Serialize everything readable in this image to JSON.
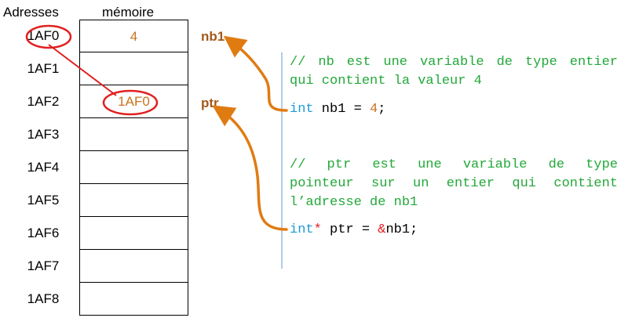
{
  "headers": {
    "addresses": "Adresses",
    "memory": "mémoire"
  },
  "memory": [
    {
      "address": "1AF0",
      "value": "4"
    },
    {
      "address": "1AF1",
      "value": ""
    },
    {
      "address": "1AF2",
      "value": "1AF0"
    },
    {
      "address": "1AF3",
      "value": ""
    },
    {
      "address": "1AF4",
      "value": ""
    },
    {
      "address": "1AF5",
      "value": ""
    },
    {
      "address": "1AF6",
      "value": ""
    },
    {
      "address": "1AF7",
      "value": ""
    },
    {
      "address": "1AF8",
      "value": ""
    }
  ],
  "variables": {
    "nb1": "nb1",
    "ptr": "ptr"
  },
  "code": {
    "comment1": [
      "// nb est une variable de type entier",
      "qui contient la valeur 4"
    ],
    "line1": {
      "kw": "int",
      "rest1": " nb1 = ",
      "num": "4",
      "rest2": ";"
    },
    "comment2": [
      "//  ptr  est  une  variable  de  type",
      "pointeur sur un entier qui contient",
      "l’adresse de nb1"
    ],
    "line2": {
      "kw": "int",
      "star": "*",
      "rest1": " ptr = ",
      "amp": "&",
      "rest2": "nb1;"
    }
  },
  "colors": {
    "arrow": "#e07b12",
    "highlight": "#e02020",
    "comment": "#23a83a",
    "keyword": "#1e9ad6",
    "value": "#c8741e",
    "varname": "#a25a1a",
    "separator": "#7fa7d6"
  }
}
